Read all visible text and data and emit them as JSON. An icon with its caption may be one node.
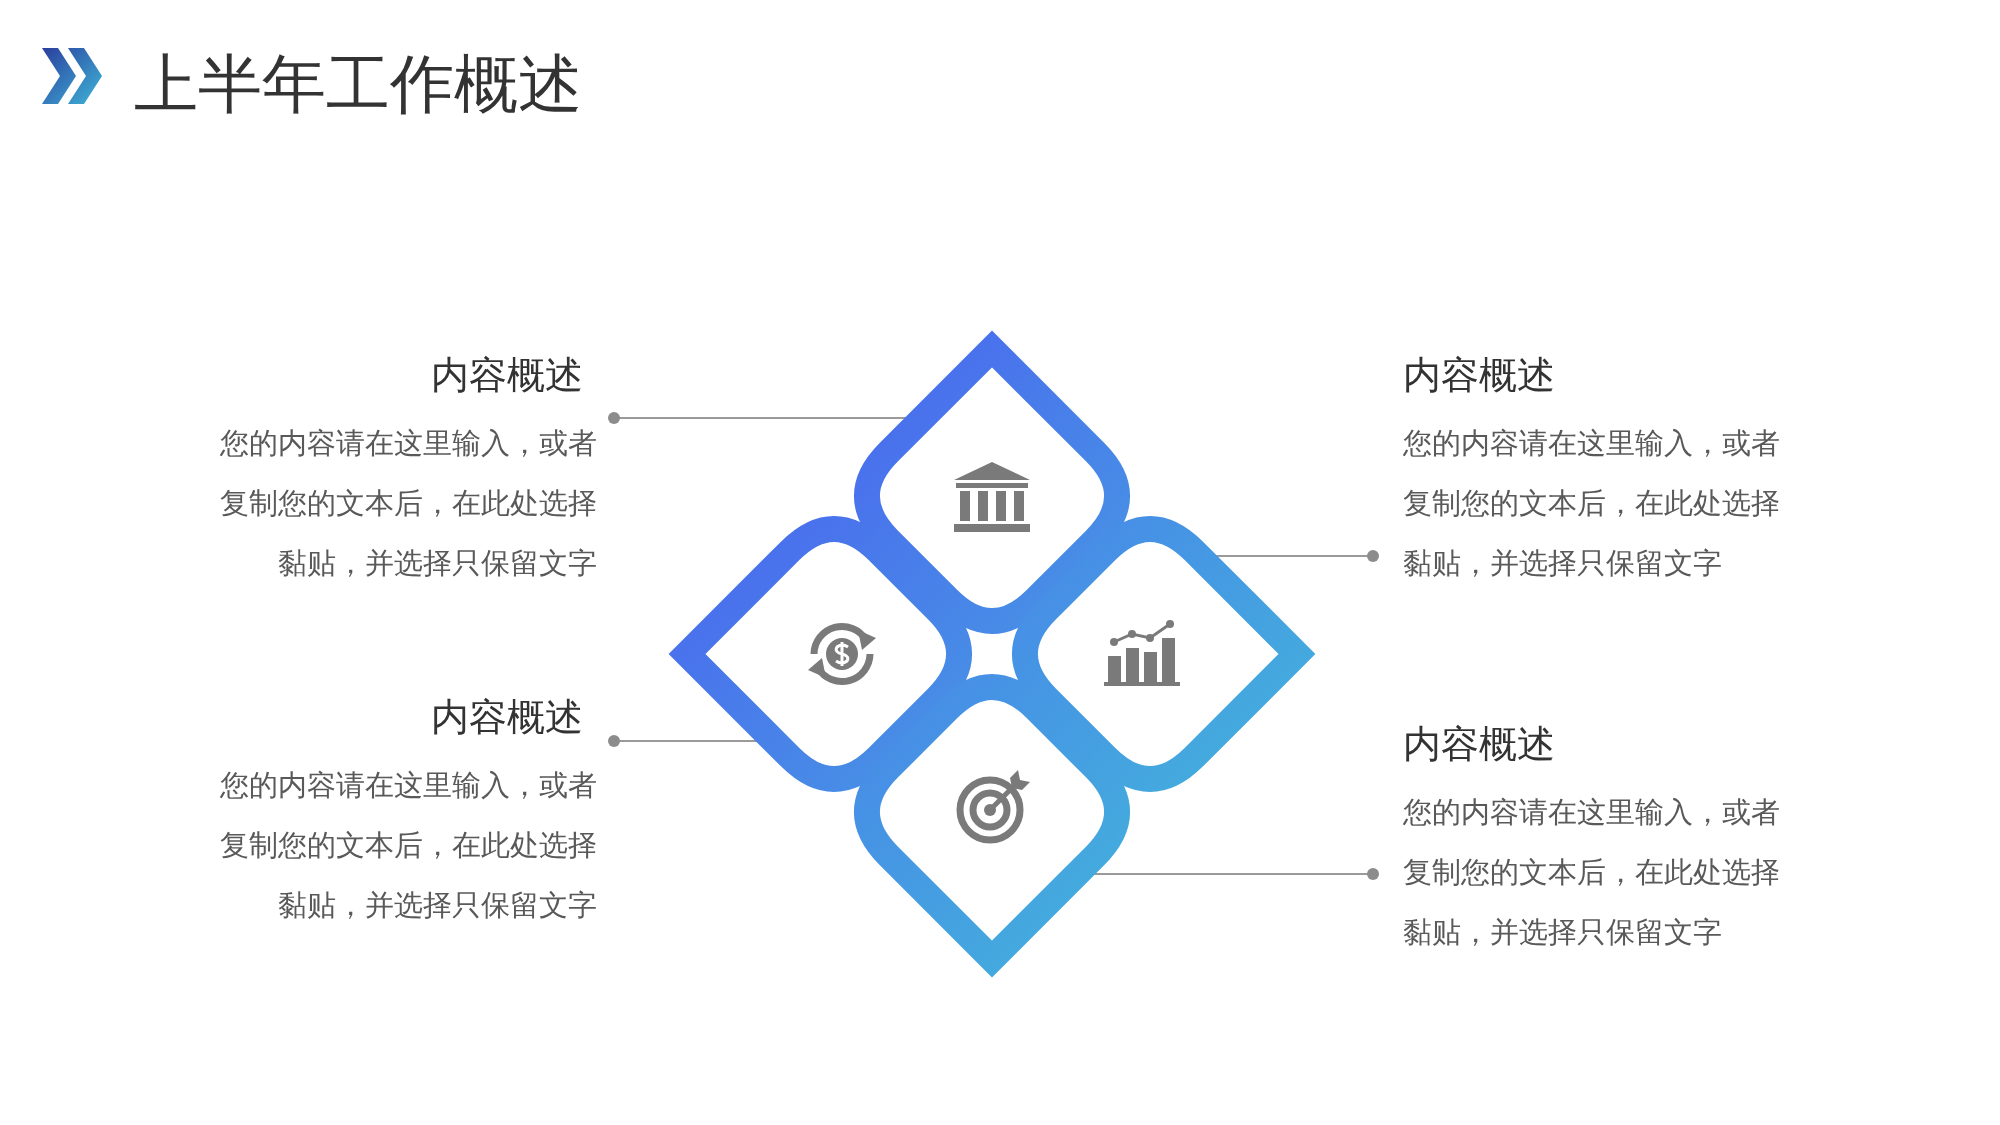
{
  "diagram": {
    "title": "上半年工作概述",
    "nodes": [
      {
        "text": [
          "内容概述",
          "您的内容请在这里输入，或者复制您的文本后，在此处选择黏贴，并选择只保留文字"
        ]
      },
      {
        "text": [
          "内容概述",
          "您的内容请在这里输入，或者复制您的文本后，在此处选择黏贴，并选择只保留文字"
        ]
      },
      {
        "text": [
          "内容概述",
          "您的内容请在这里输入，或者复制您的文本后，在此处选择黏贴，并选择只保留文字"
        ]
      },
      {
        "text": [
          "内容概述",
          "您的内容请在这里输入，或者复制您的文本后，在此处选择黏贴，并选择只保留文字"
        ]
      },
      {
        "text": [],
        "shape": "diamond"
      },
      {
        "text": [],
        "shape": "diamond"
      },
      {
        "text": [],
        "shape": "diamond"
      },
      {
        "text": [],
        "shape": "diamond"
      }
    ],
    "edges": [
      {
        "from": 0,
        "to": 4,
        "arrow": "other"
      },
      {
        "from": 1,
        "to": 6,
        "arrow": "other"
      },
      {
        "from": 2,
        "to": 5,
        "arrow": "other"
      },
      {
        "from": 3,
        "to": 7,
        "arrow": "other"
      }
    ]
  }
}
